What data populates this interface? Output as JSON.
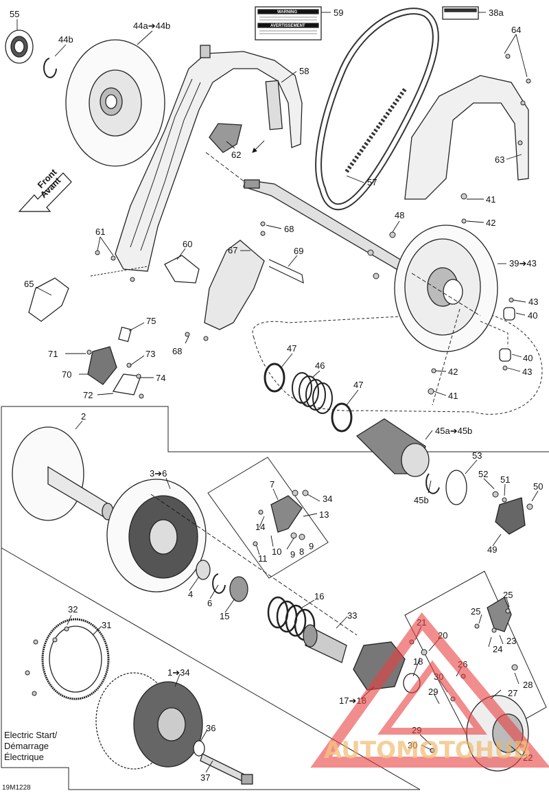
{
  "diagram_code": "19M1228",
  "labels": {
    "p55": "55",
    "p44b": "44b",
    "p44": "44a➔44b",
    "p59": "59",
    "p38a": "38a",
    "p64": "64",
    "p58": "58",
    "p62": "62",
    "p57": "57",
    "p63": "63",
    "p41a": "41",
    "p42a": "42",
    "p48": "48",
    "p68a": "68",
    "p67": "67",
    "p69": "69",
    "p61": "61",
    "p60": "60",
    "p65": "65",
    "p39": "39➔43",
    "p43a": "43",
    "p40a": "40",
    "p75": "75",
    "p71": "71",
    "p73": "73",
    "p70": "70",
    "p74": "74",
    "p72": "72",
    "p68b": "68",
    "p40b": "40",
    "p43b": "43",
    "p47a": "47",
    "p46": "46",
    "p47b": "47",
    "p42b": "42",
    "p41b": "41",
    "p2": "2",
    "p45": "45a➔45b",
    "p53": "53",
    "p52": "52",
    "p51": "51",
    "p50": "50",
    "p45b": "45b",
    "p49": "49",
    "p3": "3➔6",
    "p7": "7",
    "p34a": "34",
    "p13": "13",
    "p14": "14",
    "p10": "10",
    "p11": "11",
    "p9a": "9",
    "p8": "8",
    "p9b": "9",
    "p4": "4",
    "p6": "6",
    "p15": "15",
    "p16": "16",
    "p33": "33",
    "p32": "32",
    "p31": "31",
    "p1": "1➔34",
    "p21": "21",
    "p20": "20",
    "p18": "18",
    "p26": "26",
    "p30a": "30",
    "p29a": "29",
    "p17": "17➔18",
    "p25a": "25",
    "p25b": "25",
    "p23": "23",
    "p24": "24",
    "p27": "27",
    "p28": "28",
    "p29b": "29",
    "p30b": "30",
    "p22": "22",
    "p36": "36",
    "p37": "37"
  },
  "front_arrow": {
    "line1": "Front",
    "line2": "Avant"
  },
  "electric_start": {
    "line1": "Electric Start/",
    "line2": "Démarrage",
    "line3": "Électrique"
  },
  "warning_label": {
    "title1": "WARNING",
    "title2": "AVERTISSEMENT"
  },
  "watermark": {
    "text": "AUTOMOTOHUB"
  },
  "colors": {
    "ink": "#1a1a1a",
    "watermark_red": "#e84040",
    "watermark_orange": "#f3b463"
  }
}
